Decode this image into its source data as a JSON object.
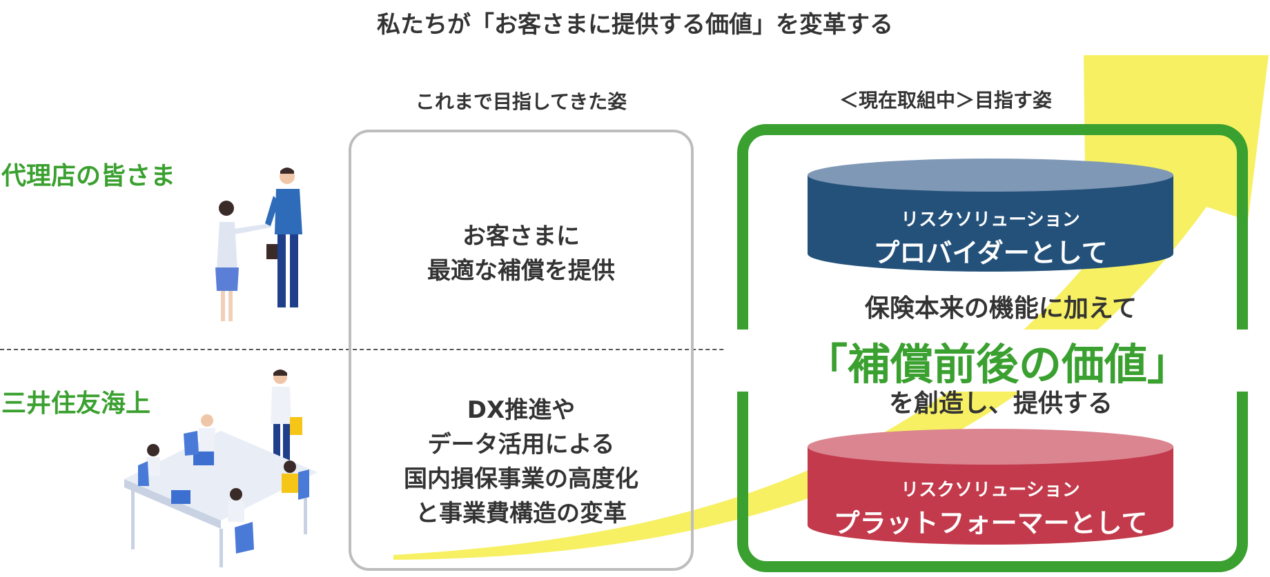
{
  "title": "私たちが「お客さまに提供する価値」を変革する",
  "rows": {
    "agents_label": "代理店の皆さま",
    "company_label": "三井住友海上"
  },
  "columns": {
    "past_heading": "これまで目指してきた姿",
    "target_heading": "＜現在取組中＞目指す姿"
  },
  "past": {
    "top_lines": [
      "お客さまに",
      "最適な補償を提供"
    ],
    "bottom_lines": [
      "DX推進や",
      "データ活用による",
      "国内損保事業の高度化",
      "と事業費構造の変革"
    ]
  },
  "target": {
    "provider": {
      "sub": "リスクソリューション",
      "main": "プロバイダーとして"
    },
    "platform": {
      "sub": "リスクソリューション",
      "main": "プラットフォーマーとして"
    },
    "statement_line1": "保険本来の機能に加えて",
    "statement_highlight": "「補償前後の価値」",
    "statement_line3": "を創造し、提供する"
  },
  "colors": {
    "accent_green": "#3aa02f",
    "arrow_yellow": "#f7f063",
    "provider_navy": "#24517a",
    "platform_red": "#c23a4b",
    "box_gray": "#bdbdbd"
  }
}
